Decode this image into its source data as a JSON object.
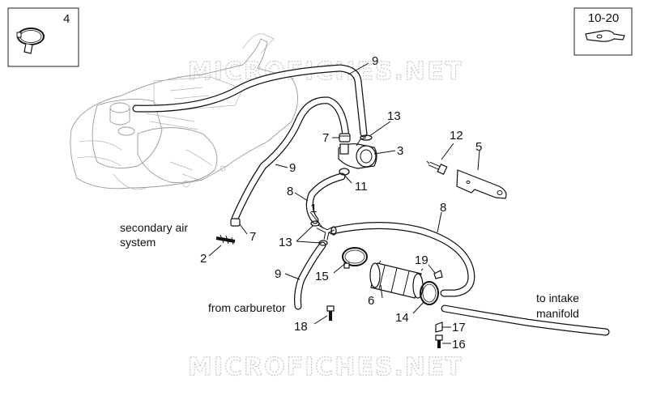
{
  "watermark": "MICROFICHES.NET",
  "inset_left": {
    "number": "4",
    "icon": "hose-clamp-icon"
  },
  "inset_right": {
    "number": "10-20",
    "icon": "bracket-clip-icon"
  },
  "callouts": {
    "n9_top": "9",
    "n13_top": "13",
    "n7_top": "7",
    "n3": "3",
    "n9_mid": "9",
    "n11": "11",
    "n12": "12",
    "n5": "5",
    "n8_left": "8",
    "n8_right": "8",
    "n1": "1",
    "n7_bottom": "7",
    "n13_bottom": "13",
    "n2": "2",
    "n15": "15",
    "n19": "19",
    "n9_bottom": "9",
    "n6": "6",
    "n14": "14",
    "n18": "18",
    "n17": "17",
    "n16": "16"
  },
  "annotations": {
    "secondary_air_line1": "secondary air",
    "secondary_air_line2": "system",
    "from_carburetor": "from carburetor",
    "to_intake_line1": "to intake",
    "to_intake_line2": "manifold"
  }
}
